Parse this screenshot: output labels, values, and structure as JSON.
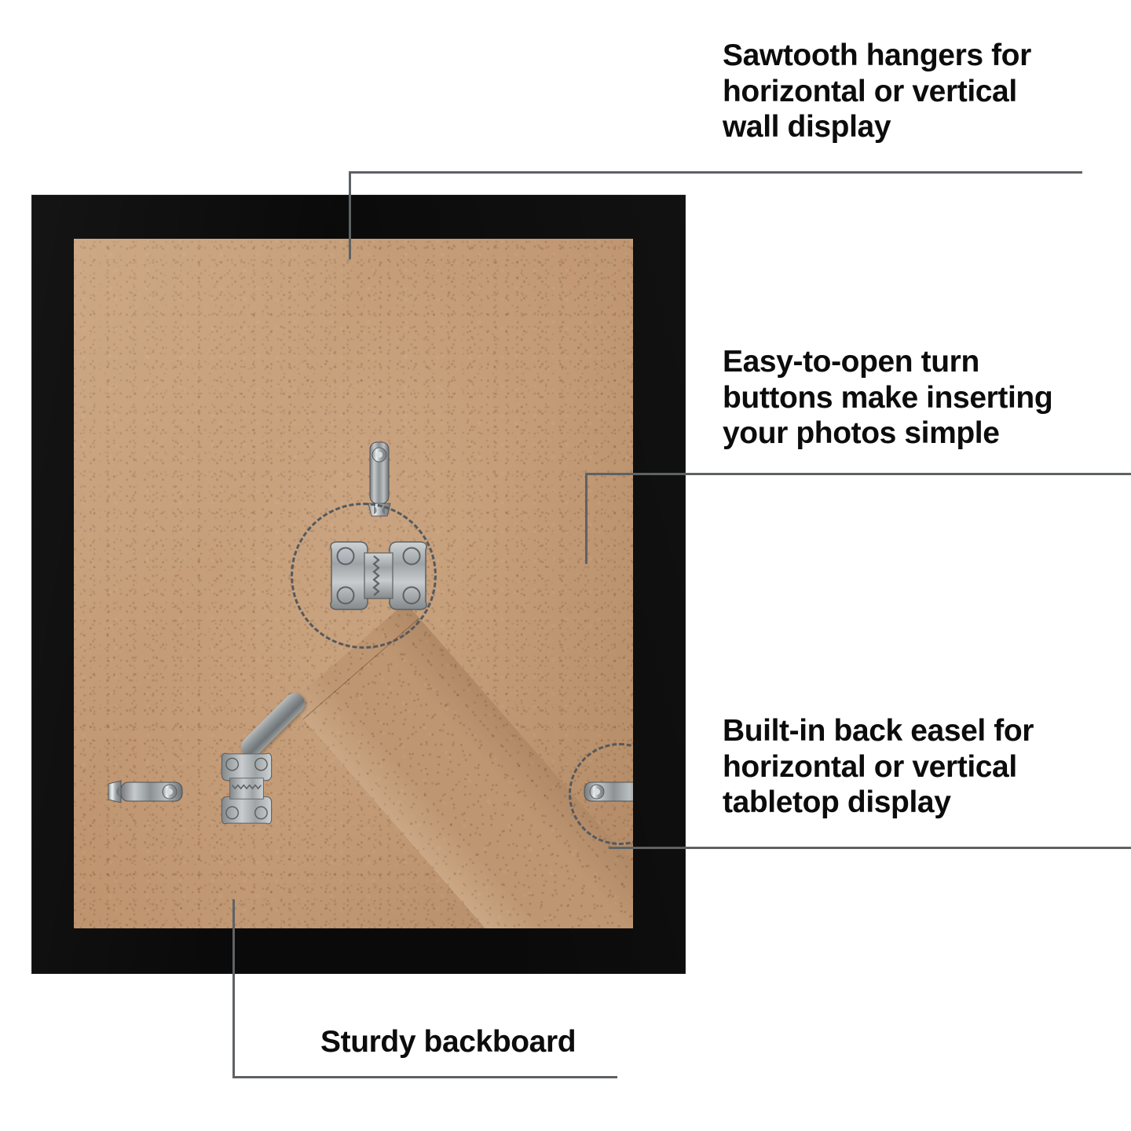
{
  "product": {
    "frame_color": "#0a0a0a",
    "backboard_color": "#c39a74",
    "hardware_color": "#9aa0a3",
    "accent_line_color": "#5e6265",
    "background_color": "#ffffff"
  },
  "callouts": [
    {
      "id": "sawtooth-hangers",
      "text": "Sawtooth hangers for\nhorizontal or vertical\nwall display"
    },
    {
      "id": "turn-buttons",
      "text": "Easy-to-open turn\nbuttons make inserting\nyour photos simple"
    },
    {
      "id": "back-easel",
      "text": "Built-in back easel for\nhorizontal or vertical\ntabletop display"
    },
    {
      "id": "sturdy-backboard",
      "text": "Sturdy backboard"
    }
  ],
  "hardware_items": [
    {
      "name": "sawtooth-hanger-top",
      "type": "sawtooth-hanger",
      "orientation": "horizontal"
    },
    {
      "name": "sawtooth-hanger-left",
      "type": "sawtooth-hanger",
      "orientation": "vertical"
    },
    {
      "name": "turn-button-top",
      "type": "turn-button",
      "orientation": "vertical"
    },
    {
      "name": "turn-button-left",
      "type": "turn-button",
      "orientation": "horizontal"
    },
    {
      "name": "turn-button-right",
      "type": "turn-button",
      "orientation": "horizontal"
    },
    {
      "name": "turn-button-bottom",
      "type": "turn-button",
      "orientation": "vertical"
    }
  ],
  "highlight_circles": [
    {
      "name": "highlight-sawtooth-top"
    },
    {
      "name": "highlight-turn-button-right"
    },
    {
      "name": "highlight-easel"
    },
    {
      "name": "highlight-backboard"
    }
  ]
}
